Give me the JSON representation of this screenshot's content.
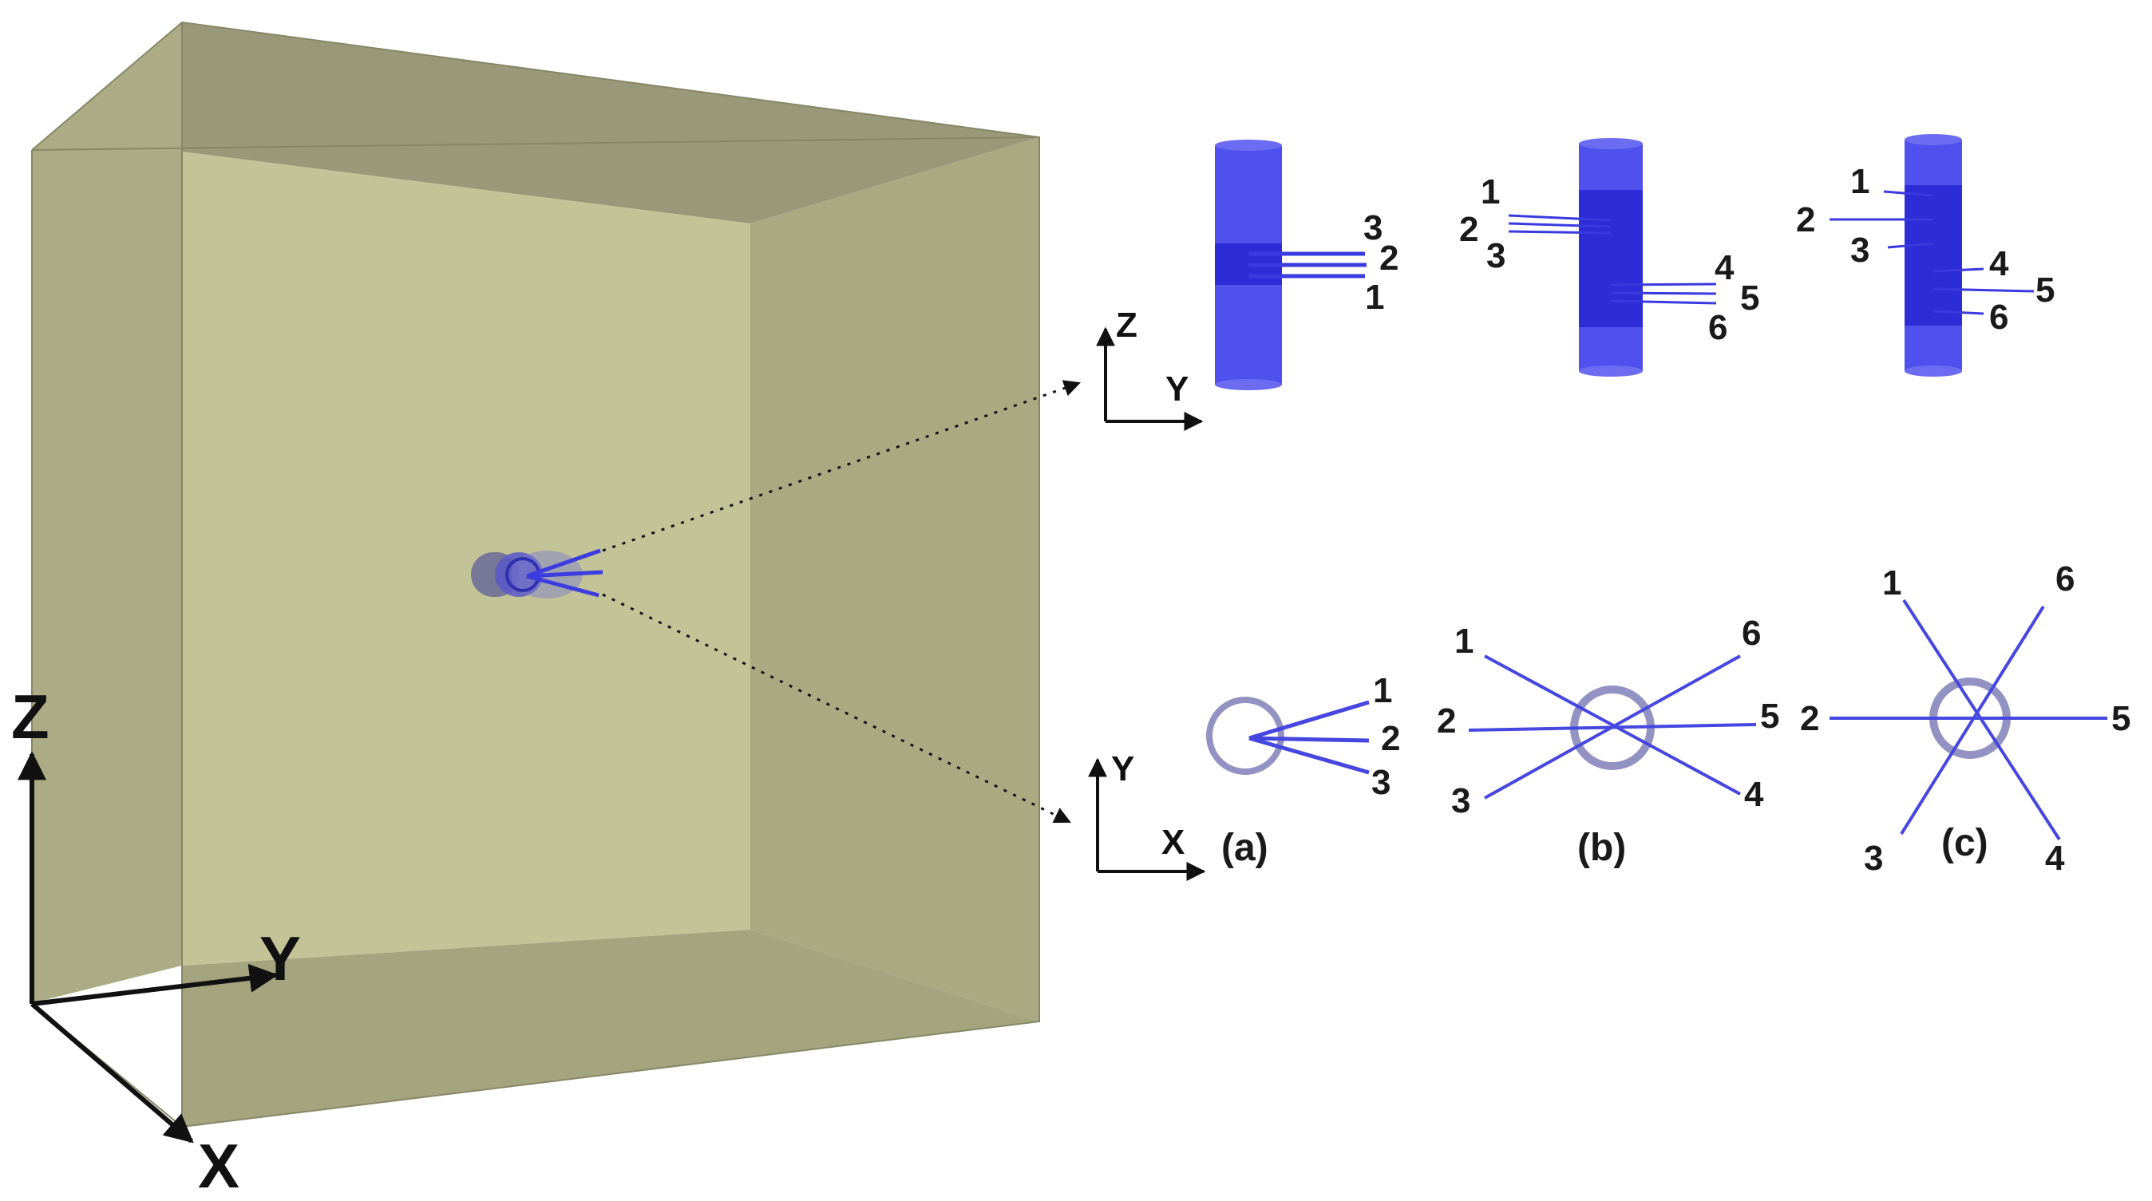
{
  "colors": {
    "box_back": "#c2c396",
    "box_top": "#999979",
    "box_left": "#abab85",
    "box_right": "#a9a982",
    "box_bottom": "#a4a47f",
    "cylinder": "#5050ee",
    "cylinder_dark": "#2d2dd8",
    "ring": "#8080b8",
    "line": "#4646e0"
  },
  "main_axes": {
    "z": "Z",
    "y": "Y",
    "x": "X"
  },
  "top_axes": {
    "vertical": "Z",
    "horizontal": "Y"
  },
  "bottom_axes": {
    "vertical": "Y",
    "horizontal": "X"
  },
  "panels": [
    {
      "caption": "(a)",
      "side_labels": [
        "3",
        "2",
        "1"
      ],
      "top_labels": [
        "1",
        "2",
        "3"
      ]
    },
    {
      "caption": "(b)",
      "side_labels": [
        "1",
        "2",
        "3",
        "4",
        "5",
        "6"
      ],
      "top_labels": [
        "1",
        "2",
        "3",
        "4",
        "5",
        "6"
      ]
    },
    {
      "caption": "(c)",
      "side_labels": [
        "1",
        "2",
        "3",
        "4",
        "5",
        "6"
      ],
      "top_labels": [
        "1",
        "2",
        "3",
        "4",
        "5",
        "6"
      ]
    }
  ]
}
